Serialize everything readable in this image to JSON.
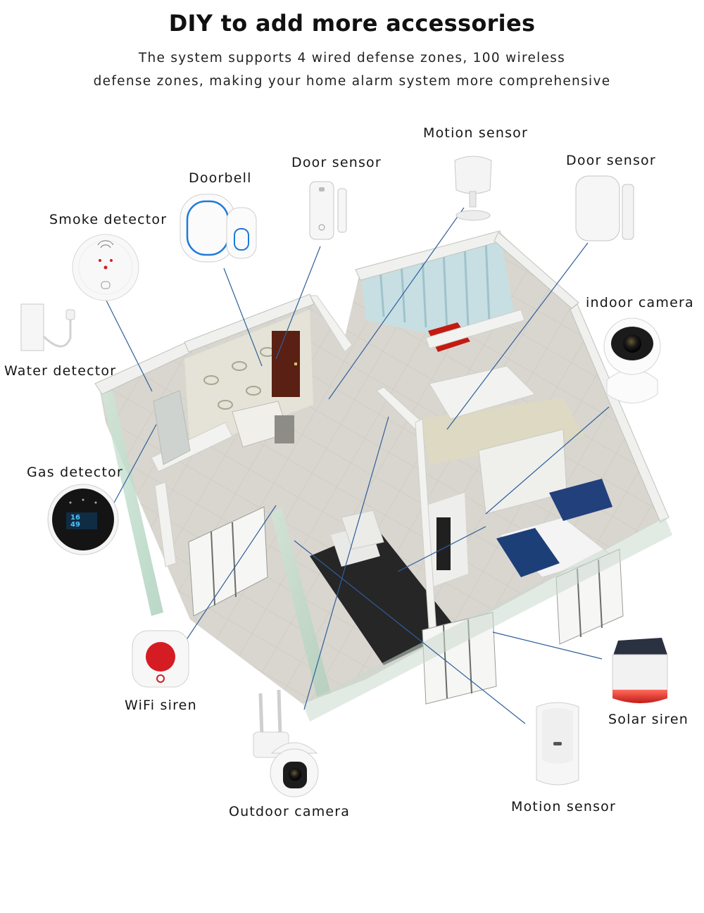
{
  "header": {
    "title": "DIY to add more accessories",
    "subtitle_line1": "The system supports 4 wired defense zones,  100 wireless",
    "subtitle_line2": "defense zones, making your home alarm system more comprehensive"
  },
  "accessories": {
    "motion_sensor_top": "Motion sensor",
    "door_sensor_left": "Door sensor",
    "door_sensor_right": "Door sensor",
    "doorbell": "Doorbell",
    "smoke_detector": "Smoke detector",
    "indoor_camera": "indoor camera",
    "water_detector": "Water detector",
    "gas_detector": "Gas detector",
    "wifi_siren": "WiFi siren",
    "solar_siren": "Solar siren",
    "outdoor_camera": "Outdoor camera",
    "motion_sensor_bottom": "Motion sensor"
  },
  "gas_display": {
    "reading_1": "16",
    "reading_2": "49"
  },
  "colors": {
    "connector_line": "#2e5f9a",
    "floor": "#d8d6cf",
    "wall": "#e4e6e1",
    "siren_red": "#d51c22",
    "doorbell_blue": "#1e7ad8",
    "dark_door": "#5a2014"
  }
}
